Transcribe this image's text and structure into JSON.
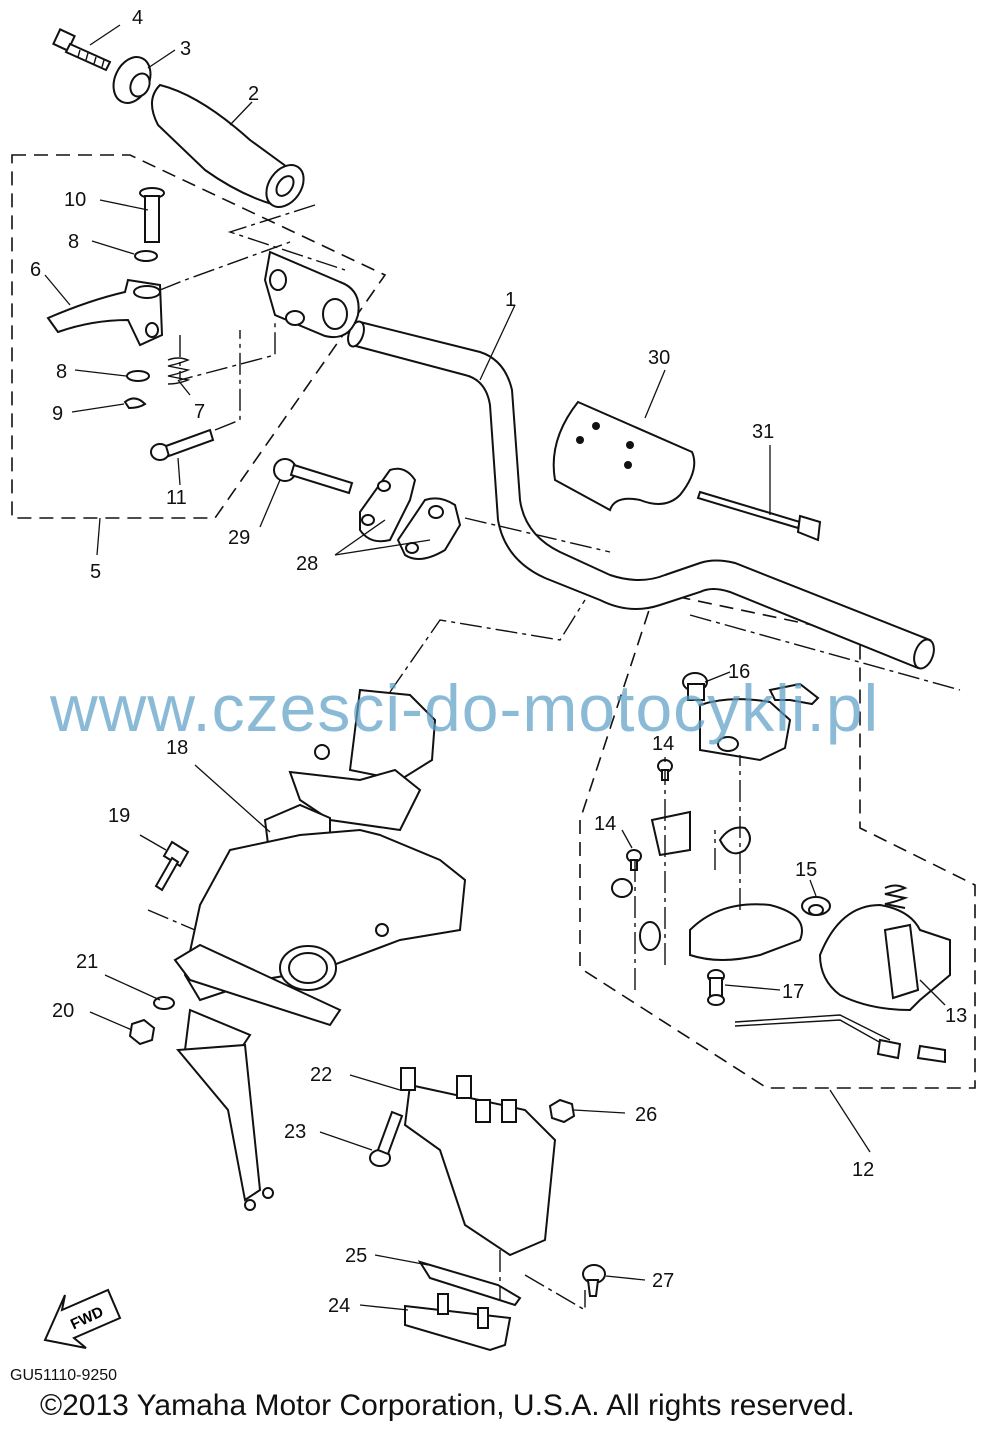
{
  "watermark": "www.czesci-do-motocykli.pl",
  "diagram_code": "GU51110-9250",
  "copyright": "©2013 Yamaha Motor Corporation, U.S.A. All rights reserved.",
  "direction_badge": "FWD",
  "callouts": [
    "1",
    "2",
    "3",
    "4",
    "5",
    "6",
    "7",
    "8",
    "8",
    "9",
    "10",
    "11",
    "12",
    "13",
    "14",
    "14",
    "15",
    "16",
    "17",
    "18",
    "19",
    "20",
    "21",
    "22",
    "23",
    "24",
    "25",
    "26",
    "27",
    "28",
    "29",
    "30",
    "31"
  ]
}
